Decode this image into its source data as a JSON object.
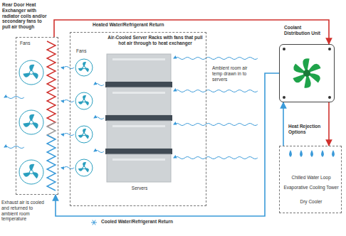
{
  "diagram": {
    "nodes": [
      {
        "text": [
          "Rear Door Heat Exchanger with radiator coils and/or secondary fans to pull air though",
          "Fans"
        ]
      },
      {
        "text": [
          "Air-Cooled Server Racks with fans that pull hot air through to heat exchanger",
          "Fans"
        ]
      },
      {
        "text": [
          "Servers"
        ],
        "in": 1
      },
      {
        "text": [
          "Coolant Distribution Unit"
        ]
      },
      {
        "text": [
          "Heat Rejection Options",
          "Chilled Water Loop",
          "Evaporative Cooling Tower",
          "Dry Cooler"
        ]
      }
    ],
    "edges": [
      {
        "from": 0,
        "to": 3,
        "arrow": "to",
        "label": "Heated Water/Refrigerant Return"
      },
      {
        "from": 3,
        "to": 4,
        "arrow": "to"
      },
      {
        "from": 4,
        "to": 3,
        "arrow": "to"
      },
      {
        "from": 3,
        "to": 0,
        "arrow": "to",
        "label": "Cooled Water/Refrigerant Return"
      }
    ],
    "labels": [
      "Ambient room air temp drawn in to servers",
      "Exhaust air is cooled and returned to ambient room temperature"
    ]
  }
}
